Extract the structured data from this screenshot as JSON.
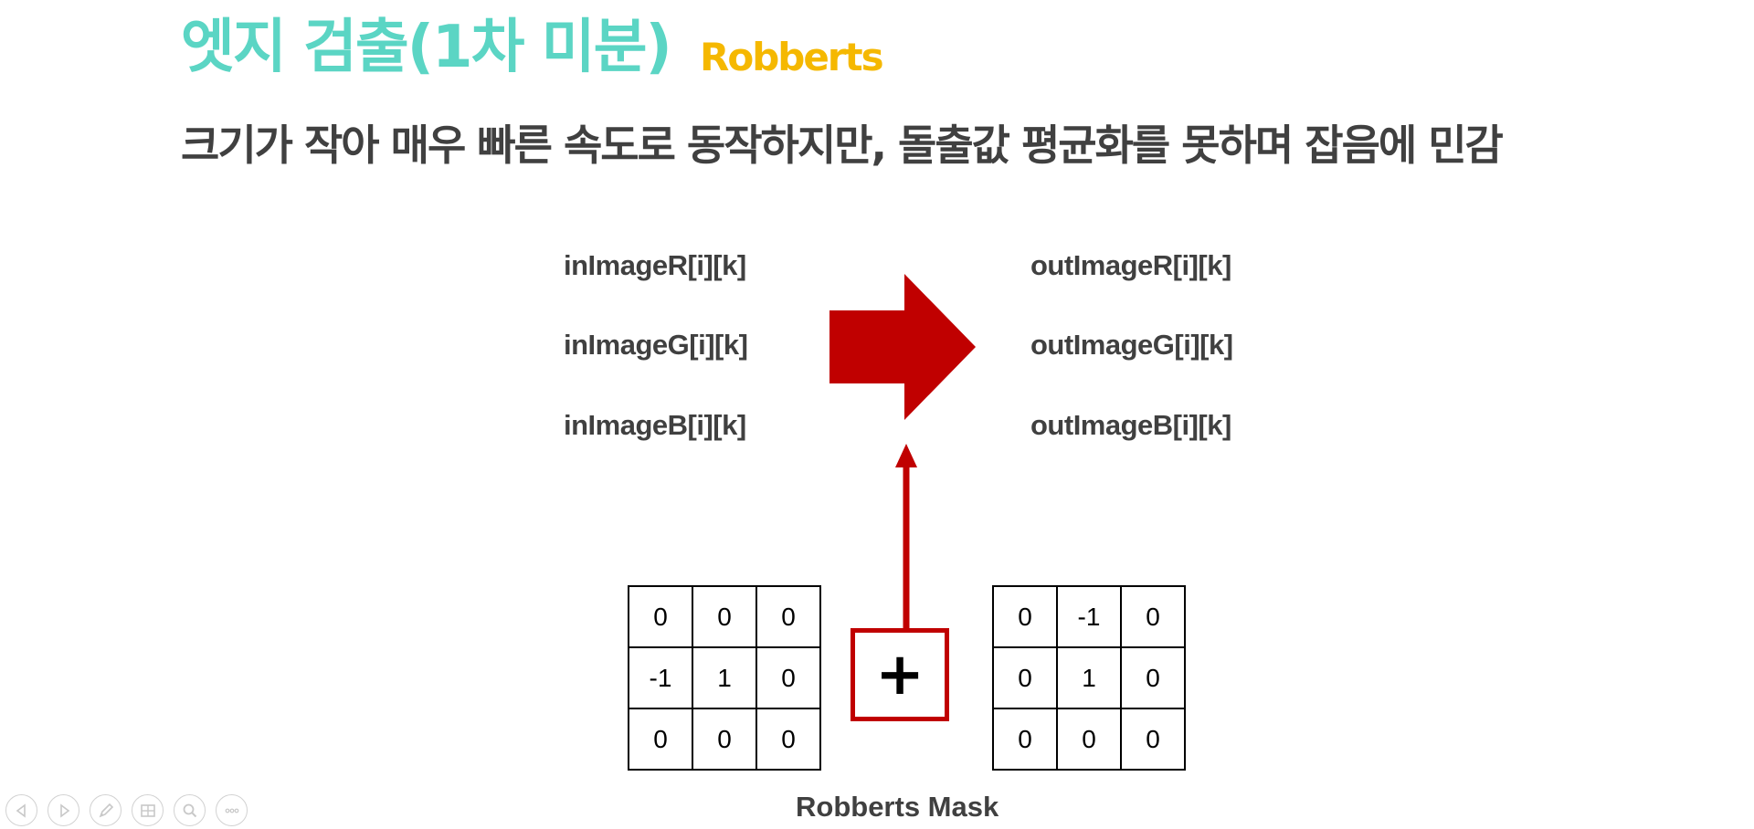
{
  "slide": {
    "title": "엣지 검출(1차 미분)",
    "title_sub": "Robberts",
    "description": "크기가 작아 매우 빠른 속도로 동작하지만, 돌출값 평균화를 못하며 잡음에 민감"
  },
  "inputs": [
    "inImageR[i][k]",
    "inImageG[i][k]",
    "inImageB[i][k]"
  ],
  "outputs": [
    "outImageR[i][k]",
    "outImageG[i][k]",
    "outImageB[i][k]"
  ],
  "mask_left": [
    [
      "0",
      "0",
      "0"
    ],
    [
      "-1",
      "1",
      "0"
    ],
    [
      "0",
      "0",
      "0"
    ]
  ],
  "mask_right": [
    [
      "0",
      "-1",
      "0"
    ],
    [
      "0",
      "1",
      "0"
    ],
    [
      "0",
      "0",
      "0"
    ]
  ],
  "operator_symbol": "+",
  "mask_label": "Robberts Mask",
  "toolbar": {
    "icons": [
      "prev-slide-icon",
      "next-slide-icon",
      "pen-icon",
      "slides-grid-icon",
      "zoom-icon",
      "more-options-icon"
    ]
  },
  "colors": {
    "title": "#5bd5c4",
    "title_sub": "#f5b800",
    "text": "#404040",
    "arrow": "#c00000",
    "toolbar_icon": "#c8c8c8"
  }
}
